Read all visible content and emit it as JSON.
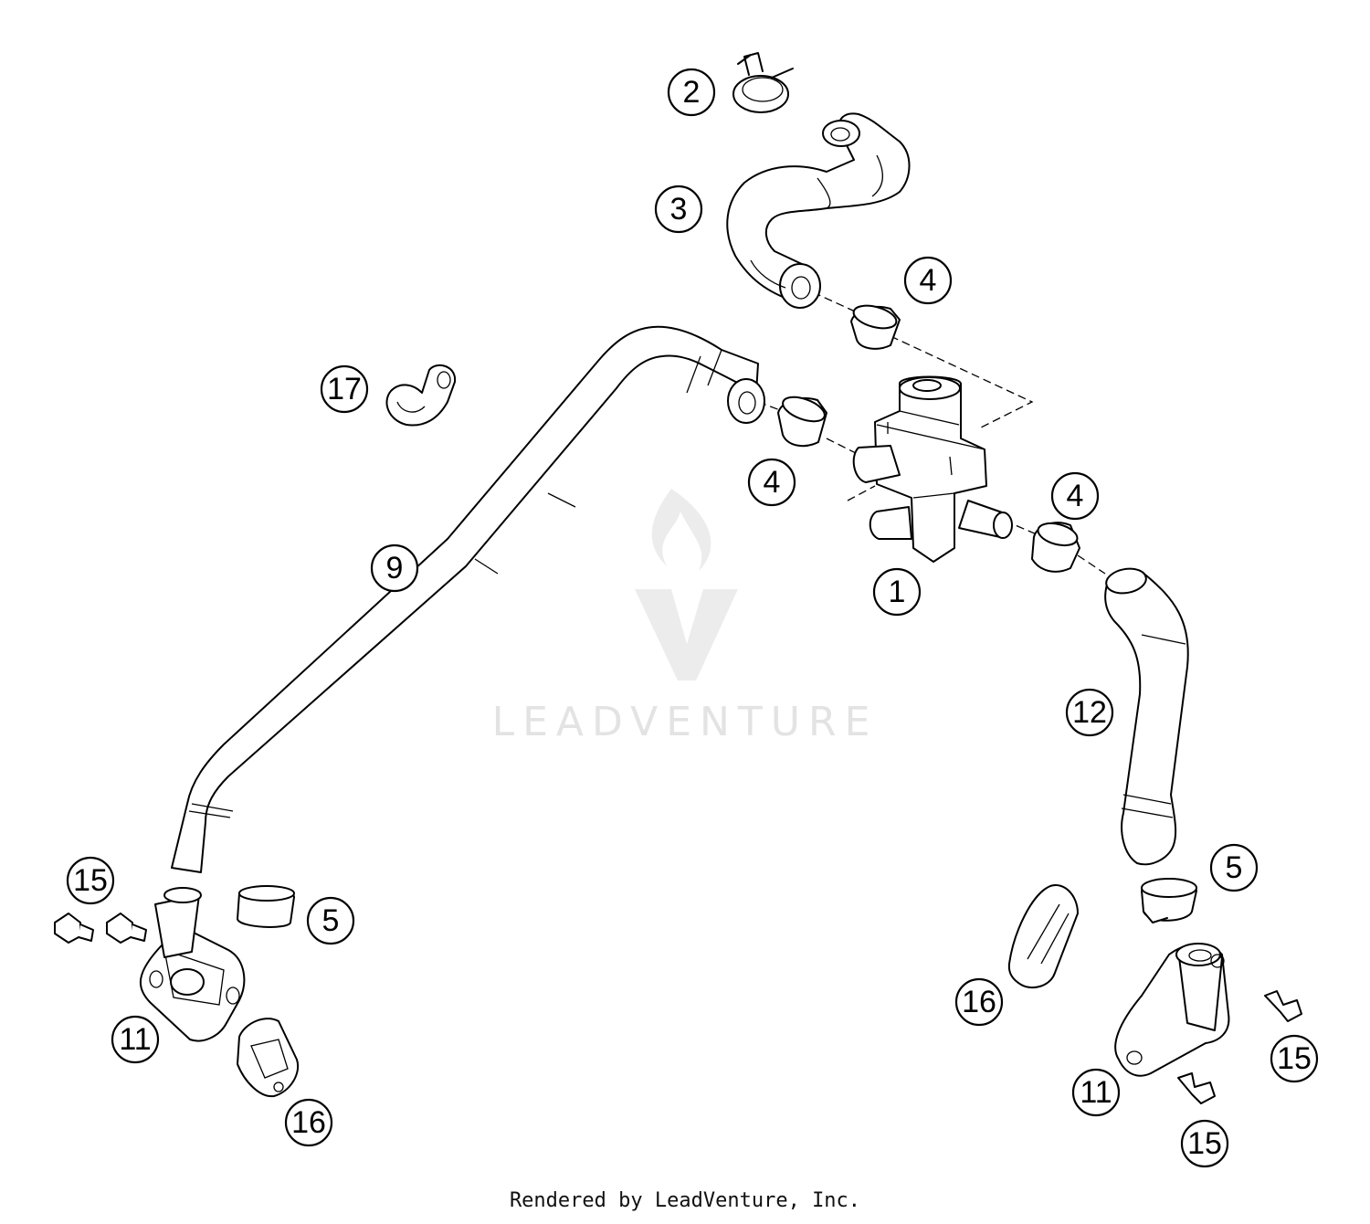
{
  "watermark": {
    "text": "LEADVENTURE"
  },
  "footer": {
    "text": "Rendered by LeadVenture, Inc."
  },
  "callouts": [
    {
      "id": "c1",
      "label": "1"
    },
    {
      "id": "c2",
      "label": "2"
    },
    {
      "id": "c3",
      "label": "3"
    },
    {
      "id": "c4a",
      "label": "4"
    },
    {
      "id": "c4b",
      "label": "4"
    },
    {
      "id": "c4c",
      "label": "4"
    },
    {
      "id": "c5a",
      "label": "5"
    },
    {
      "id": "c5b",
      "label": "5"
    },
    {
      "id": "c9",
      "label": "9"
    },
    {
      "id": "c11a",
      "label": "11"
    },
    {
      "id": "c11b",
      "label": "11"
    },
    {
      "id": "c12",
      "label": "12"
    },
    {
      "id": "c15a",
      "label": "15"
    },
    {
      "id": "c15b",
      "label": "15"
    },
    {
      "id": "c15c",
      "label": "15"
    },
    {
      "id": "c16a",
      "label": "16"
    },
    {
      "id": "c16b",
      "label": "16"
    },
    {
      "id": "c17",
      "label": "17"
    }
  ]
}
